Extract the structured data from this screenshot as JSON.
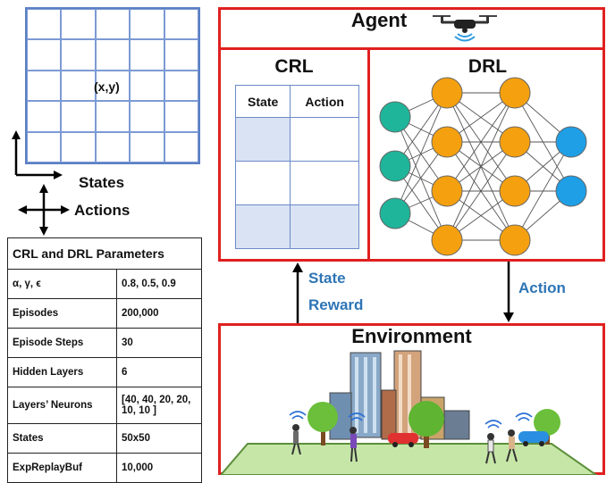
{
  "grid": {
    "cell_label": "(x,y)",
    "states_label": "States",
    "actions_label": "Actions"
  },
  "params": {
    "title": "CRL and DRL Parameters",
    "rows": [
      {
        "name": "α, γ, ϵ",
        "value": "0.8, 0.5, 0.9"
      },
      {
        "name": "Episodes",
        "value": "200,000"
      },
      {
        "name": "Episode Steps",
        "value": "30"
      },
      {
        "name": "Hidden Layers",
        "value": "6"
      },
      {
        "name": "Layers’ Neurons",
        "value": "[40, 40, 20, 20, 10, 10 ]"
      },
      {
        "name": "States",
        "value": "50x50"
      },
      {
        "name": "ExpReplayBuf",
        "value": "10,000"
      }
    ]
  },
  "agent": {
    "title": "Agent",
    "icon": "drone-icon"
  },
  "crl": {
    "title": "CRL",
    "headers": [
      "State",
      "Action"
    ]
  },
  "drl": {
    "title": "DRL"
  },
  "links": {
    "state": "State",
    "reward": "Reward",
    "action": "Action"
  },
  "environment": {
    "title": "Environment"
  },
  "colors": {
    "border": "#e02020",
    "input_node": "#1fb59a",
    "hidden_node": "#f5a00f",
    "output_node": "#1e9fe6",
    "link_text": "#2e75b6",
    "grid": "#5b7fc4"
  }
}
